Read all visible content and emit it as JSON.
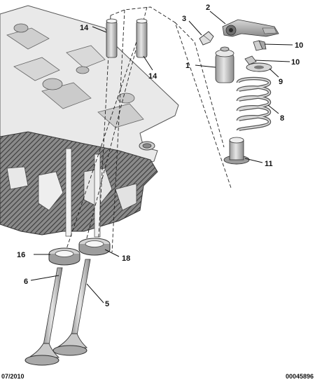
{
  "diagram": {
    "callouts": [
      "1",
      "2",
      "3",
      "5",
      "6",
      "8",
      "9",
      "10",
      "10",
      "11",
      "14",
      "14",
      "16",
      "18"
    ],
    "footer": {
      "date": "07/2010",
      "reference": "00045896"
    }
  }
}
